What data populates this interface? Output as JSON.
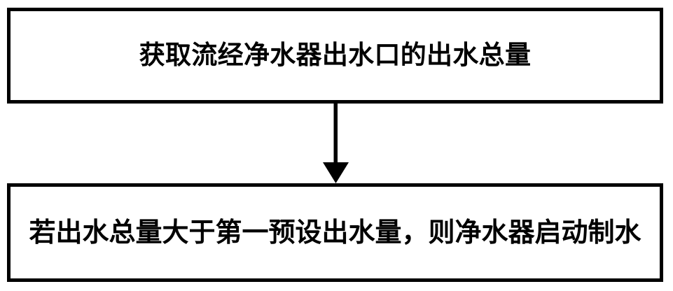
{
  "diagram": {
    "type": "flowchart",
    "orientation": "vertical",
    "background_color": "#ffffff",
    "line_color": "#000000",
    "text_color": "#000000",
    "nodes": [
      {
        "id": "step-1",
        "shape": "rectangle",
        "text": "获取流经净水器出水口的出水总量"
      },
      {
        "id": "step-2",
        "shape": "rectangle",
        "text": "若出水总量大于第一预设出水量，则净水器启动制水"
      }
    ],
    "connectors": [
      {
        "id": "arrow-step1-to-step2",
        "from": "step-1",
        "to": "step-2",
        "style": "solid-line-filled-arrowhead",
        "direction": "down"
      }
    ]
  }
}
